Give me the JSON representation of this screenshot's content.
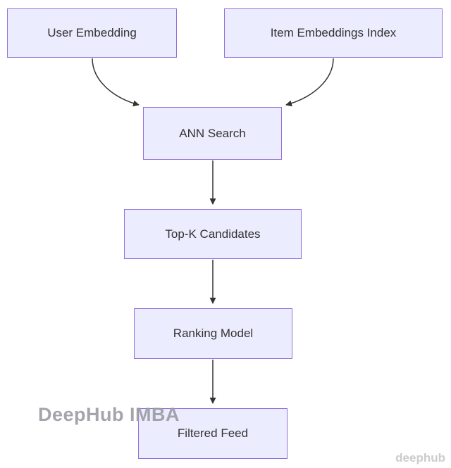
{
  "diagram": {
    "type": "flowchart",
    "direction": "top-down",
    "nodes": [
      {
        "id": "user-embedding",
        "label": "User Embedding"
      },
      {
        "id": "item-embeddings-index",
        "label": "Item Embeddings Index"
      },
      {
        "id": "ann-search",
        "label": "ANN Search"
      },
      {
        "id": "top-k-candidates",
        "label": "Top-K Candidates"
      },
      {
        "id": "ranking-model",
        "label": "Ranking Model"
      },
      {
        "id": "filtered-feed",
        "label": "Filtered Feed"
      }
    ],
    "edges": [
      {
        "from": "user-embedding",
        "to": "ann-search"
      },
      {
        "from": "item-embeddings-index",
        "to": "ann-search"
      },
      {
        "from": "ann-search",
        "to": "top-k-candidates"
      },
      {
        "from": "top-k-candidates",
        "to": "ranking-model"
      },
      {
        "from": "ranking-model",
        "to": "filtered-feed"
      }
    ],
    "colors": {
      "node_fill": "#ECECFF",
      "node_border": "#9370DB",
      "node_text": "#333333",
      "arrow": "#333333",
      "background": "#FFFFFF"
    }
  },
  "watermarks": {
    "left": "DeepHub IMBA",
    "bottom_right": "deephub"
  }
}
